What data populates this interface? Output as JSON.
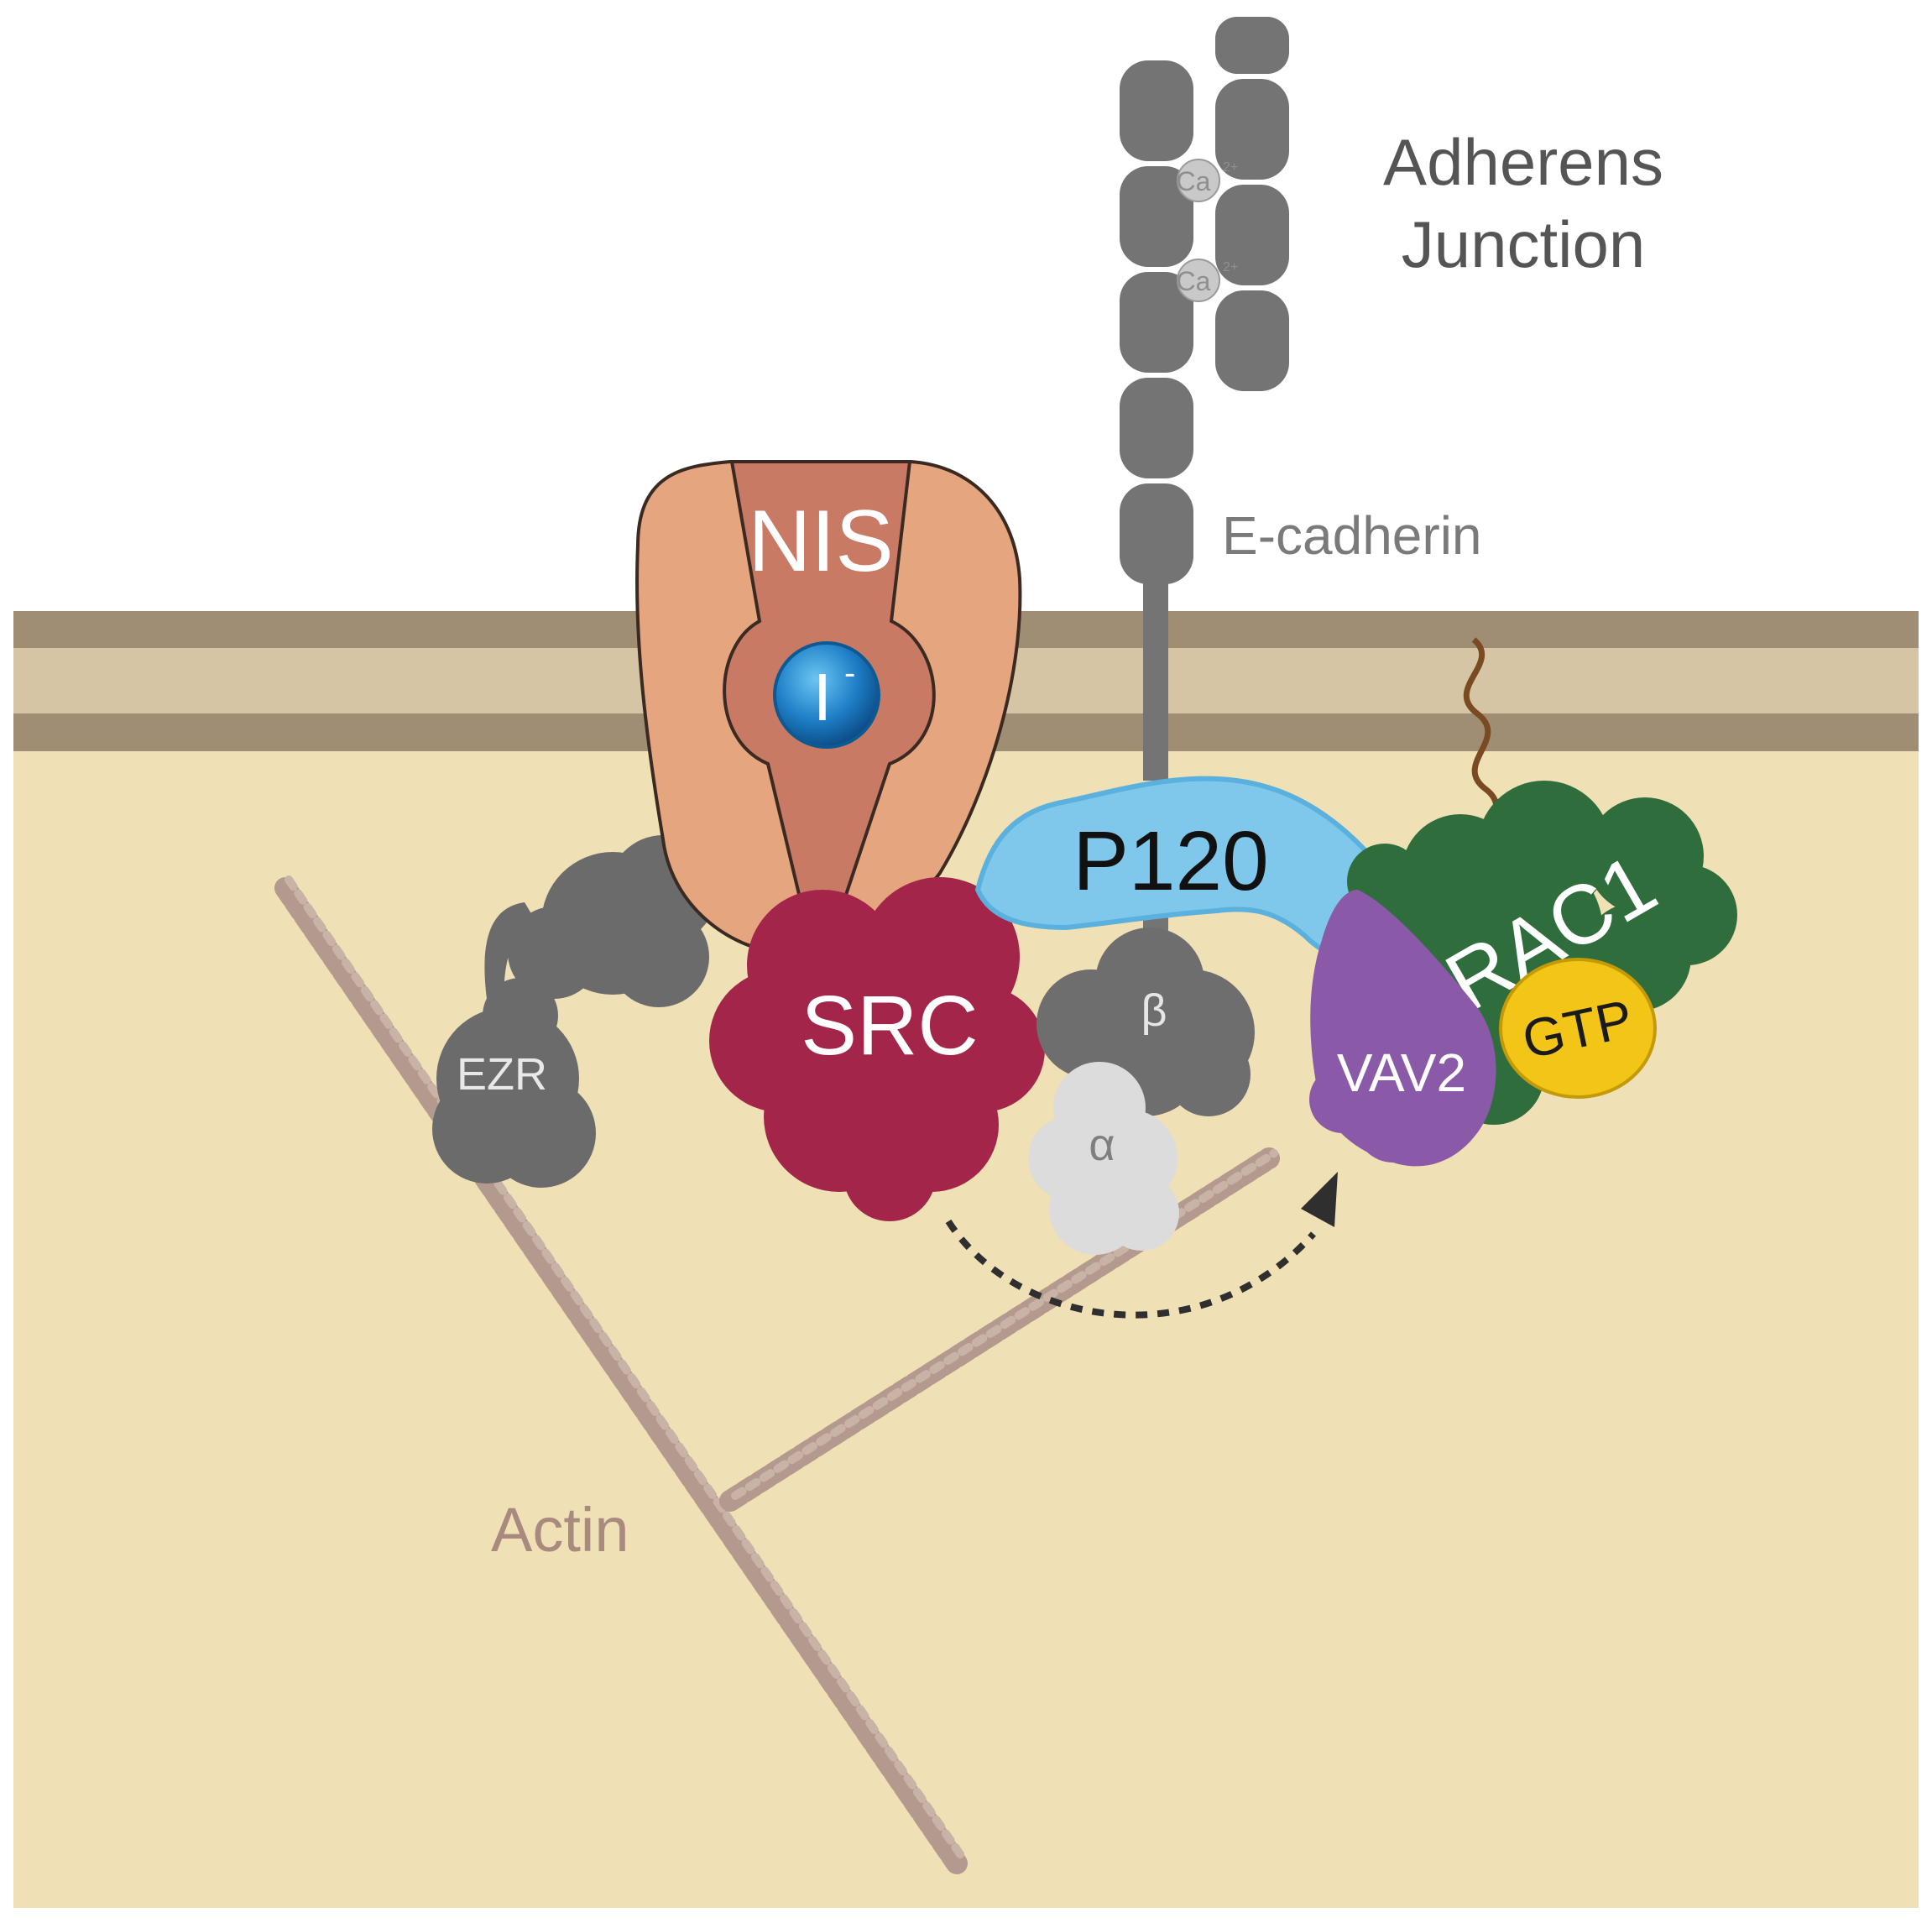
{
  "labels": {
    "adherens_line1": "Adherens",
    "adherens_line2": "Junction",
    "e_cadherin": "E-cadherin",
    "ca_top": "Ca",
    "ca_top_sup": "2+",
    "ca_bottom": "Ca",
    "ca_bottom_sup": "2+",
    "nis": "NIS",
    "iodide": "I",
    "iodide_sup": "-",
    "p120": "P120",
    "rac1": "RAC1",
    "gtp": "GTP",
    "vav2": "VAV2",
    "src": "SRC",
    "beta": "β",
    "alpha": "α",
    "ezr": "EZR",
    "actin": "Actin"
  },
  "colors": {
    "cytoplasm": "#f0e0b5",
    "membrane_dark": "#a08e74",
    "membrane_light": "#d6c5a5",
    "cadherin": "#747474",
    "nis_outer": "#e5a67f",
    "nis_inner": "#c97a65",
    "iodide": "#1f7fc7",
    "p120": "#7fc8ec",
    "rac1": "#2f6d3d",
    "gtp": "#f3c516",
    "vav2": "#8a5aa8",
    "src": "#a3254a",
    "beta": "#6e6e6e",
    "alpha": "#dcdcdc",
    "ezr": "#6b6b6b",
    "actin": "#b49a8e"
  }
}
